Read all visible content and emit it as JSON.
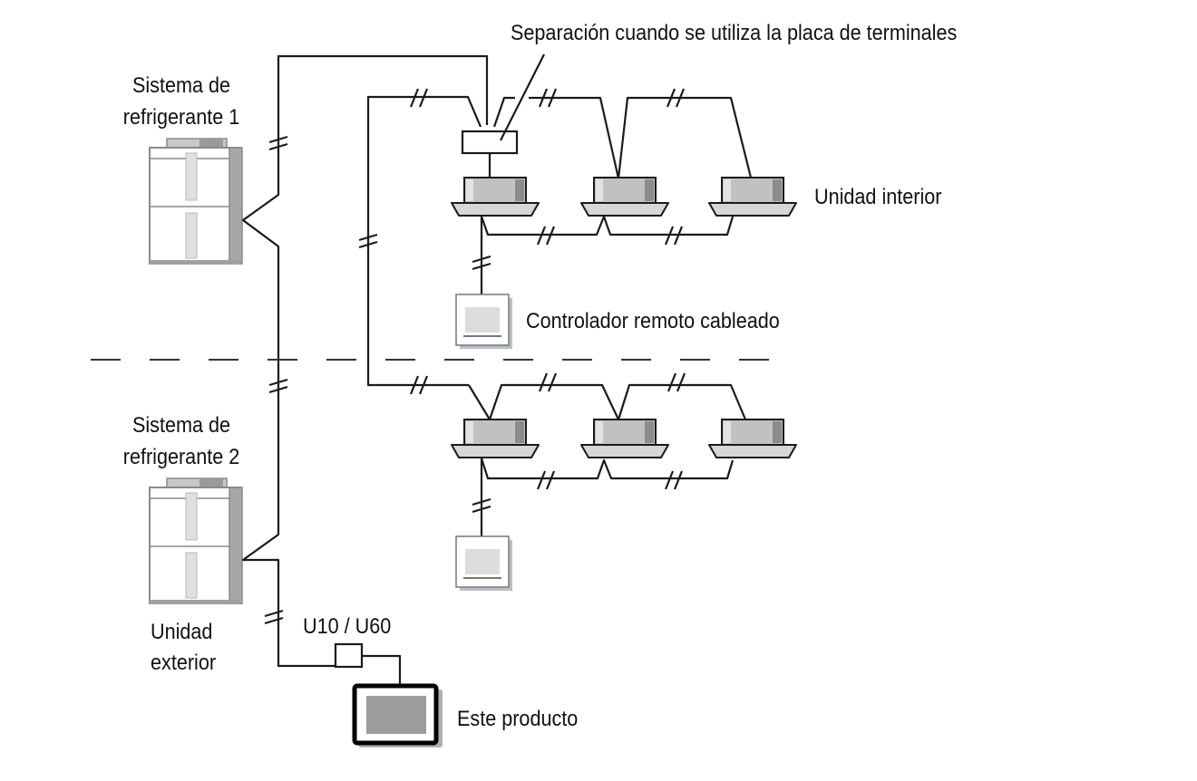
{
  "title": "Diagrama de conexión del sistema de aire acondicionado",
  "labels": {
    "separation_note": "Separación cuando se utiliza la placa de terminales",
    "system1_line1": "Sistema de",
    "system1_line2": "refrigerante 1",
    "system2_line1": "Sistema de",
    "system2_line2": "refrigerante 2",
    "indoor_unit": "Unidad interior",
    "wired_remote": "Controlador remoto cableado",
    "outdoor_line1": "Unidad",
    "outdoor_line2": "exterior",
    "adapter": "U10 / U60",
    "this_product": "Este producto"
  },
  "components": {
    "outdoor_units": [
      {
        "name": "outdoor-unit-system-1",
        "system": 1
      },
      {
        "name": "outdoor-unit-system-2",
        "system": 2
      }
    ],
    "indoor_units_per_system": 3,
    "remote_controllers": 2,
    "terminal_board": 1,
    "adapter": 1,
    "product": 1
  },
  "colors": {
    "line": "#1a1a1a",
    "unit_fill": "#c0c1c0",
    "unit_dark": "#8a8a8a",
    "panel_fill": "#dcdcdc",
    "product_screen": "#9c9c9c"
  }
}
